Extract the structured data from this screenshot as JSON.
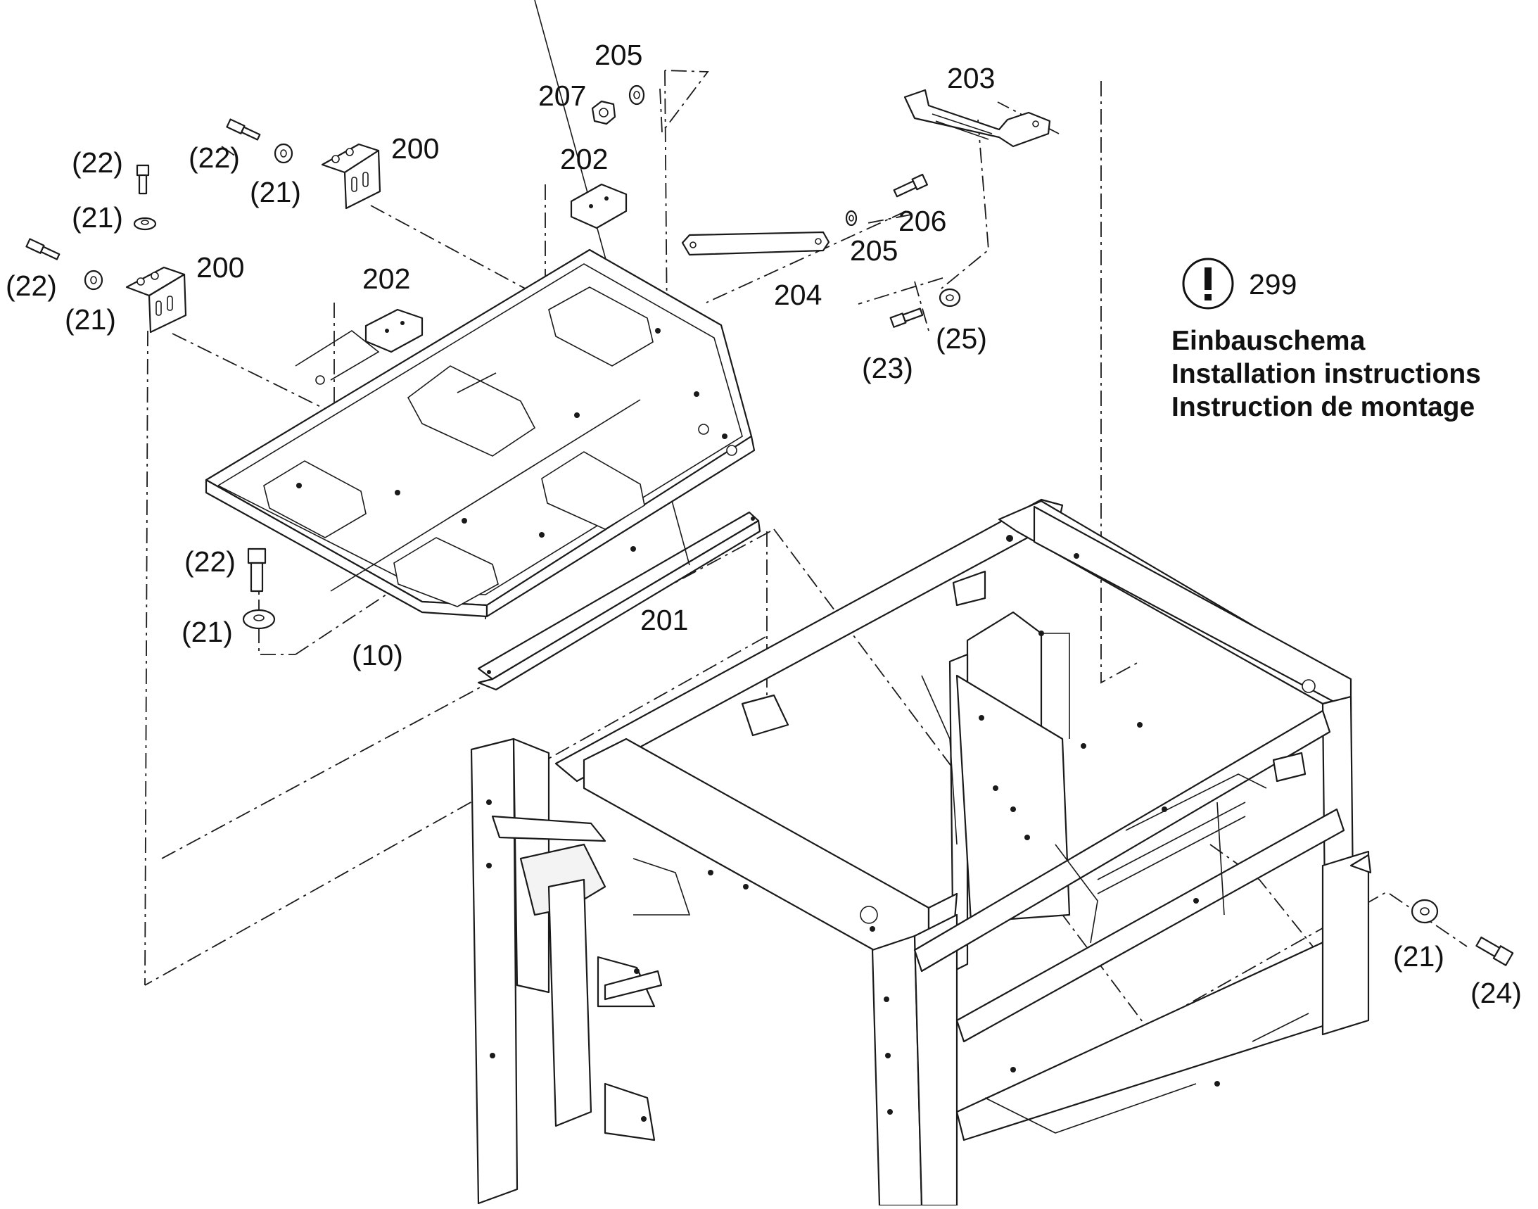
{
  "callouts": {
    "c205_top": "205",
    "c207": "207",
    "c203": "203",
    "c200_a": "200",
    "c200_b": "200",
    "c202_a": "202",
    "c202_b": "202",
    "c206": "206",
    "c205_mid": "205",
    "c204": "204",
    "c299": "299",
    "c23": "(23)",
    "c25": "(25)",
    "c22_a": "(22)",
    "c22_b": "(22)",
    "c22_c": "(22)",
    "c22_d": "(22)",
    "c21_a": "(21)",
    "c21_b": "(21)",
    "c21_c": "(21)",
    "c21_d": "(21)",
    "c21_e": "(21)",
    "c201": "201",
    "c10": "(10)",
    "c24": "(24)"
  },
  "note": {
    "icon": "exclamation-circle-icon",
    "line1": "Einbauschema",
    "line2": "Installation instructions",
    "line3": "Instruction de montage"
  }
}
